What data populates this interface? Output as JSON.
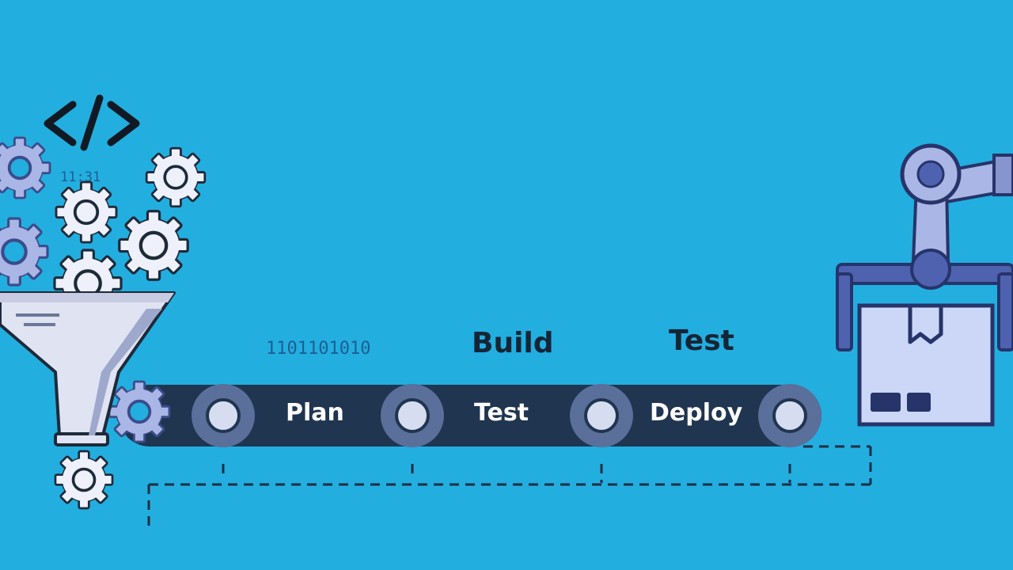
{
  "code_symbol": "</>",
  "binary_small": "11:31",
  "binary_belt": "1101101010",
  "stages_above": [
    "Build",
    "Test"
  ],
  "belt_labels": [
    "Plan",
    "Test",
    "Deploy"
  ],
  "colors": {
    "background": "#23aee0",
    "belt": "#1f3550",
    "gear_fill": "#eef1fb",
    "gear_stroke": "#1d2a3a",
    "funnel": "#dfe3f2",
    "robot": "#a9b6e6",
    "box": "#ccd6f7"
  },
  "icons": [
    "code-icon",
    "gear-icon",
    "funnel-icon",
    "robot-arm-icon",
    "package-icon"
  ]
}
